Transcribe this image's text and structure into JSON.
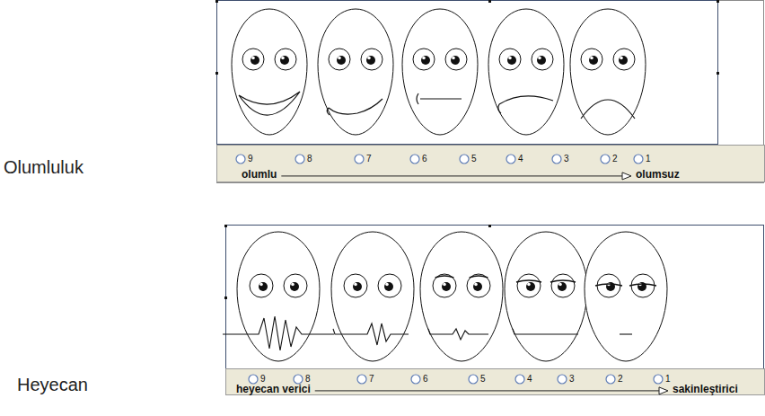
{
  "diagram": {
    "nodes": [
      {
        "text": [
          "9",
          "8",
          "7",
          "6",
          "5",
          "4",
          "3",
          "2",
          "1",
          "olumlu",
          "olumsuz"
        ]
      },
      {
        "text": [
          "9",
          "8",
          "7",
          "6",
          "5",
          "4",
          "3",
          "2",
          "1",
          "heyecan verici",
          "sakinleştirici"
        ]
      }
    ],
    "labels": [
      "Olumluluk",
      "Heyecan"
    ]
  }
}
